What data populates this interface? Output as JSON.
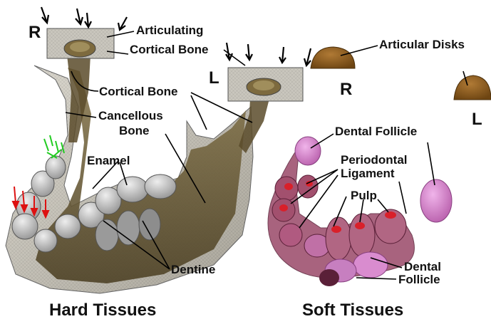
{
  "labels": {
    "articulating_cortical_bone_1": "Articulating",
    "articulating_cortical_bone_2": "Cortical Bone",
    "articular_disks": "Articular Disks",
    "cortical_bone": "Cortical Bone",
    "cancellous_1": "Cancellous",
    "cancellous_2": "Bone",
    "enamel": "Enamel",
    "dentine": "Dentine",
    "dental_follicle_top": "Dental Follicle",
    "periodontal_1": "Periodontal",
    "periodontal_2": "Ligament",
    "pulp": "Pulp",
    "dental_follicle_bottom_1": "Dental",
    "dental_follicle_bottom_2": "Follicle"
  },
  "side_markers": {
    "jaw_right": "R",
    "jaw_left": "L",
    "disk_right": "R",
    "disk_left": "L"
  },
  "captions": {
    "hard": "Hard Tissues",
    "soft": "Soft Tissues"
  },
  "colors": {
    "bone_shell": "#c9c6bd",
    "cancellous": "#6a5a35",
    "tooth": "#c8c8c8",
    "disk": "#8a5a1e",
    "follicle": "#d98ccf",
    "ligament": "#8c3a55",
    "pulp": "#d9202a",
    "force_green": "#22cc22",
    "force_red": "#dd1111"
  },
  "icons": [
    "load-arrow-icon"
  ]
}
